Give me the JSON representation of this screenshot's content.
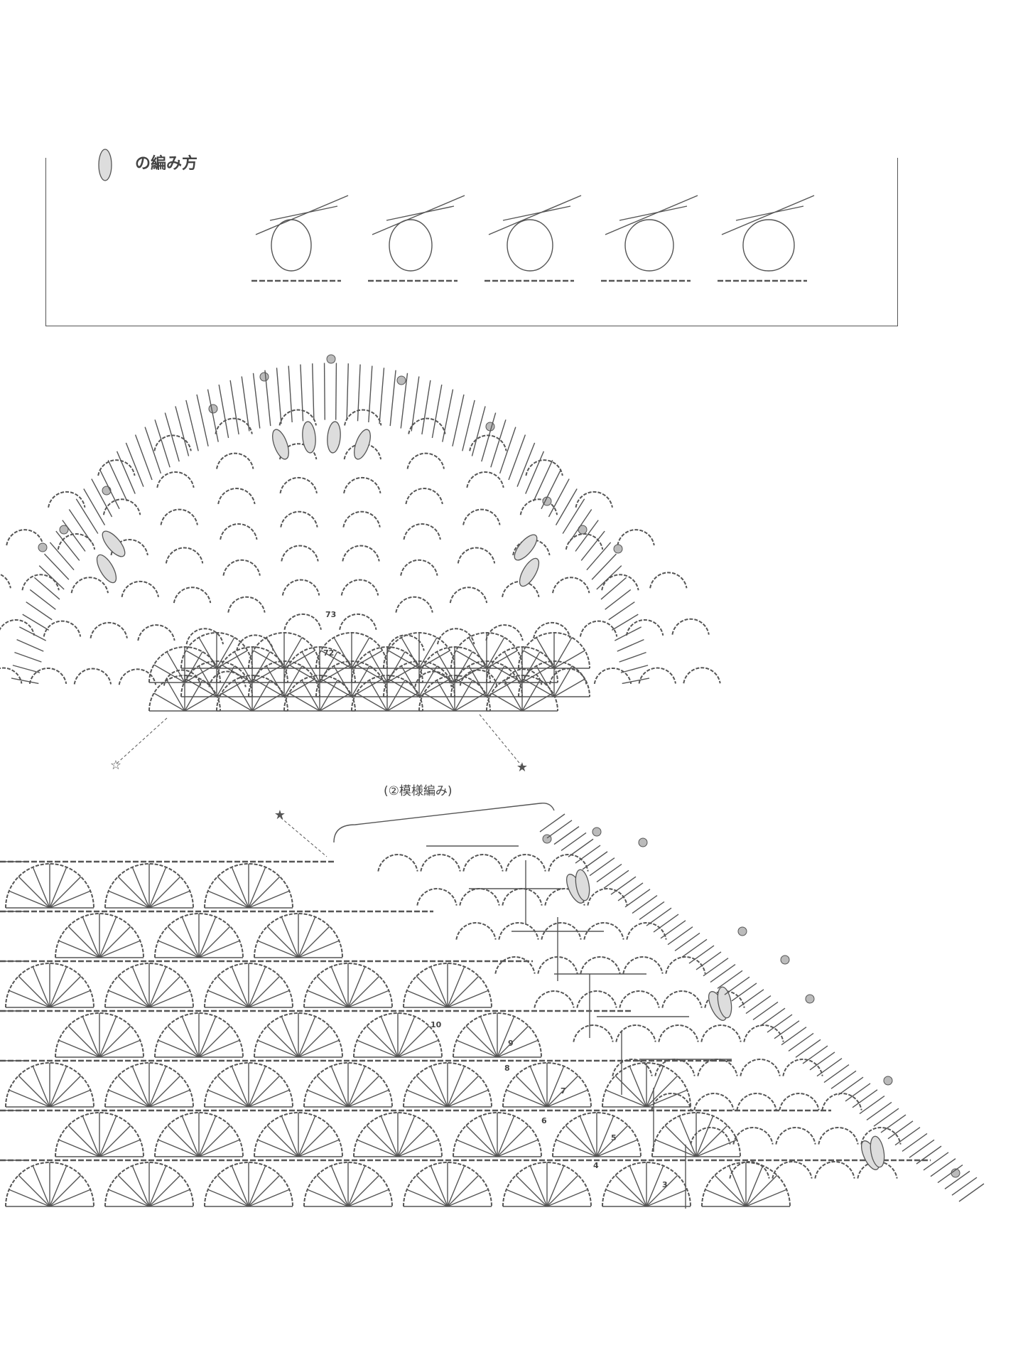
{
  "legend": {
    "title": "の編み方",
    "symbol_icon": "puff-stitch-icon",
    "steps": 5
  },
  "motif_chart": {
    "row_labels": [
      "73",
      "72"
    ],
    "markers": [
      "☆",
      "★"
    ]
  },
  "main_chart": {
    "section_label": "(②模様編み)",
    "marker": "★",
    "row_labels": [
      "10",
      "9",
      "8",
      "7",
      "6",
      "5",
      "4",
      "3"
    ]
  },
  "colors": {
    "ink": "#555555",
    "background": "#ffffff"
  }
}
